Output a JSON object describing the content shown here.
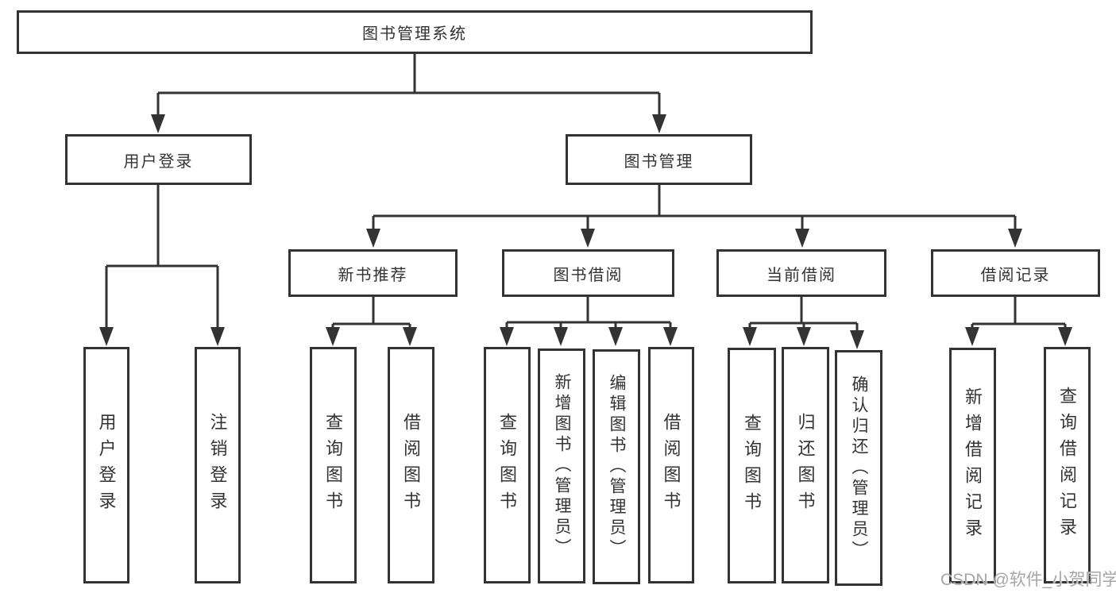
{
  "diagram": {
    "colors": {
      "line": "#333333",
      "text": "#333333",
      "background": "#ffffff",
      "watermark": "#a6a6a6"
    },
    "watermark": "CSDN @软件_小贺同学",
    "nodes": {
      "root": "图书管理系统",
      "user_login": "用户登录",
      "book_mgmt": "图书管理",
      "new_book_rec": "新书推荐",
      "book_borrow": "图书借阅",
      "current_borrow": "当前借阅",
      "borrow_records": "借阅记录",
      "leaf_user_login": "用户登录",
      "leaf_logout": "注销登录",
      "leaf_query_books_rec": "查询图书",
      "leaf_borrow_books_rec": "借阅图书",
      "leaf_query_books_borrow": "查询图书",
      "leaf_add_book_admin": "新增图书（管理员）",
      "leaf_edit_book_admin": "编辑图书（管理员）",
      "leaf_borrow_books_borrow": "借阅图书",
      "leaf_query_books_current": "查询图书",
      "leaf_return_book": "归还图书",
      "leaf_confirm_return_admin": "确认归还（管理员）",
      "leaf_add_borrow_record": "新增借阅记录",
      "leaf_query_borrow_record": "查询借阅记录"
    }
  }
}
